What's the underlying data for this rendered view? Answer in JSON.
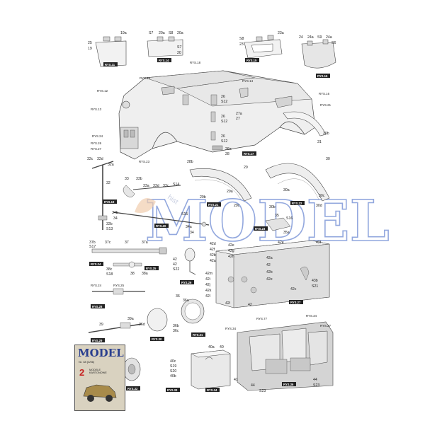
{
  "watermark": {
    "text": "MODEL",
    "small": "hist"
  },
  "panels": {
    "p11": {
      "tag": "RYS.11",
      "labels": [
        "19a",
        "25",
        "19"
      ]
    },
    "p14": {
      "tag": "RYS.14",
      "labels": [
        "S7",
        "20a",
        "S8",
        "20a",
        "S7",
        "20"
      ]
    },
    "p15": {
      "tag": "RYS.15",
      "labels": [
        "23a",
        "S8",
        "23"
      ]
    },
    "p16": {
      "tag": "RYS.16",
      "labels": [
        "24",
        "24a",
        "S9",
        "24a",
        "S6"
      ]
    }
  },
  "hull": {
    "tag": "RYS.17",
    "refs": [
      "RYS.18",
      "RYS.15",
      "RYS.12",
      "RYS.13",
      "RYS.14",
      "RYS.16",
      "RYS.21",
      "RYS.24",
      "RYS.26",
      "RYS.27",
      "RYS.23"
    ],
    "labels": [
      "26",
      "S12",
      "26",
      "S12",
      "27a",
      "27",
      "26",
      "S12",
      "26a",
      "28",
      "28b",
      "29b",
      "31"
    ]
  },
  "fenders": {
    "tag21": "RYS.21",
    "tag22": "RYS.22",
    "labels": [
      "29",
      "29a",
      "29b",
      "29c",
      "30",
      "30a",
      "30b",
      "30c",
      "30d"
    ]
  },
  "jack": {
    "tag": "RYS.19",
    "labels": [
      "32c",
      "32d",
      "32a",
      "32",
      "32b",
      "S13"
    ]
  },
  "shovel": {
    "labels": [
      "33",
      "33b",
      "33a",
      "33d",
      "33c",
      "S14"
    ]
  },
  "rod": {
    "tag": "RYS.20",
    "labels": [
      "34b",
      "34",
      "S15",
      "34a",
      "34"
    ]
  },
  "part35": {
    "tag": "RYS.23",
    "labels": [
      "35",
      "S16",
      "35a"
    ]
  },
  "exhaust": {
    "tag": "RYS.24",
    "labels": [
      "37b",
      "S17",
      "37c",
      "37",
      "37a"
    ]
  },
  "part38": {
    "tag": "RYS.25",
    "labels": [
      "38c",
      "S18",
      "38",
      "38a"
    ]
  },
  "mirror": {
    "tag": "RYS.26",
    "labels": [
      "42",
      "42",
      "S22"
    ]
  },
  "gun": {
    "tag": "RYS.28",
    "labels": [
      "RYS.24",
      "RYS.25"
    ]
  },
  "lamp": {
    "tag": "RYS.30",
    "labels": [
      "36",
      "36a",
      "36d",
      "36b",
      "36c"
    ],
    "tag2": "RYS.31"
  },
  "mg": {
    "tag": "RYS.29",
    "labels": [
      "39",
      "39a"
    ]
  },
  "box42": {
    "tag": "RYS.27",
    "labels": [
      "42e",
      "42d",
      "42f",
      "42b",
      "42a",
      "42e",
      "42g",
      "42h",
      "42m",
      "42i",
      "42j",
      "42k",
      "42l",
      "42l",
      "42",
      "42a",
      "42",
      "42b",
      "42e",
      "42c",
      "43b",
      "S21",
      "42f"
    ]
  },
  "box40": {
    "tag": "RYS.34",
    "labels": [
      "40a",
      "40",
      "40c",
      "S19",
      "S20",
      "40b"
    ],
    "tag2": "RYS.33"
  },
  "rear": {
    "tag": "RYS.36",
    "refs": [
      "RYS.34",
      "RYS.77",
      "RYS.34",
      "RYS.27"
    ],
    "labels": [
      "41",
      "44",
      "S23",
      "44",
      "S23"
    ]
  },
  "wheel": {
    "tag": "RYS.32"
  },
  "cover": {
    "logo": "MODEL",
    "issue": "Nr. 38 (3/06)",
    "number": "2",
    "subtitle": "MODELE KARTONOWE"
  }
}
